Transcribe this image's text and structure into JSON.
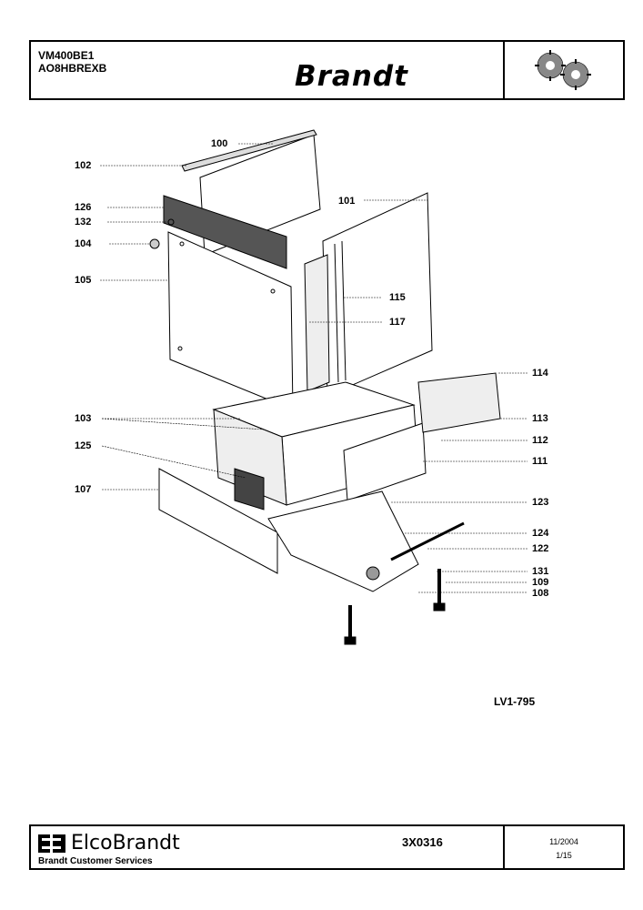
{
  "header": {
    "model_line1": "VM400BE1",
    "model_line2": "AO8HBREXB",
    "brand": "Brandt",
    "logo_icon": "gear-logo-icon"
  },
  "diagram": {
    "callouts": [
      "100",
      "102",
      "101",
      "126",
      "132",
      "104",
      "105",
      "115",
      "117",
      "114",
      "103",
      "113",
      "112",
      "125",
      "111",
      "107",
      "123",
      "124",
      "122",
      "131",
      "109",
      "108"
    ]
  },
  "reference": "LV1-795",
  "footer": {
    "company": "ElcoBrandt",
    "service": "Brandt Customer Services",
    "doc_number": "3X0316",
    "date": "11/2004",
    "page": "1/15"
  }
}
